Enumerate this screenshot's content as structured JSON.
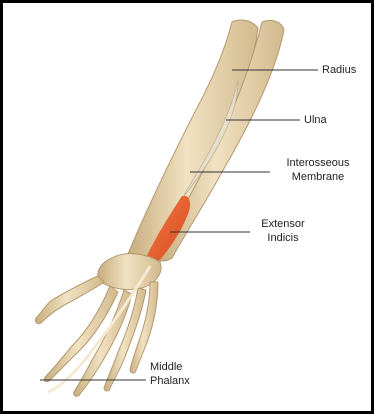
{
  "labels": {
    "radius": "Radius",
    "ulna": "Ulna",
    "interosseous_line1": "Interosseous",
    "interosseous_line2": "Membrane",
    "extensor_line1": "Extensor",
    "extensor_line2": "Indicis",
    "phalanx_line1": "Middle",
    "phalanx_line2": "Phalanx"
  },
  "colors": {
    "bone": "#ead7b1",
    "bone_shadow": "#c9b083",
    "muscle": "#e4582a",
    "leader_line": "#333333",
    "border": "#000000"
  }
}
